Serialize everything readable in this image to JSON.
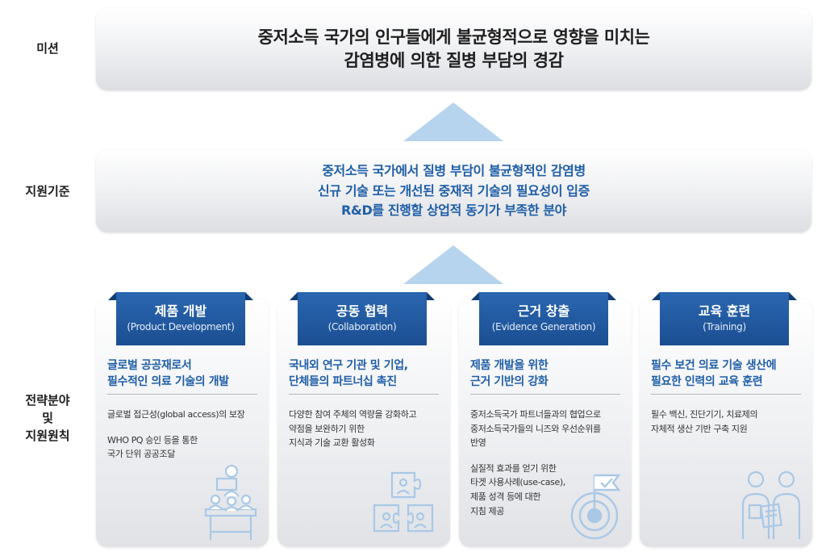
{
  "labels": {
    "mission": "미션",
    "criteria": "지원기준",
    "strategy": [
      "전략분야",
      "및",
      "지원원칙"
    ]
  },
  "mission": {
    "lines": [
      "중저소득 국가의 인구들에게 불균형적으로 영향을 미치는",
      "감염병에 의한 질병 부담의 경감"
    ]
  },
  "criteria": {
    "lines": [
      "중저소득 국가에서 질병 부담이 불균형적인 감염병",
      "신규 기술 또는 개선된 중재적 기술의 필요성이 입증",
      "R&D를 진행할 상업적 동기가 부족한 분야"
    ]
  },
  "cards": [
    {
      "title": "제품 개발",
      "subtitle": "(Product Development)",
      "heading": [
        "글로벌 공공재로서",
        "필수적인 의료 기술의 개발"
      ],
      "paragraphs": [
        [
          "글로벌 접근성(global access)의 보장"
        ],
        [
          "WHO PQ 승인 등을 통한",
          "국가 단위 공공조달"
        ]
      ],
      "icon": "classroom-icon"
    },
    {
      "title": "공동 협력",
      "subtitle": "(Collaboration)",
      "heading": [
        "국내외 연구 기관 및 기업,",
        "단체들의 파트너십 촉진"
      ],
      "paragraphs": [
        [
          "다양한 참여 주체의 역량을 강화하고",
          "약점을 보완하기 위한",
          "지식과 기술 교환 활성화"
        ]
      ],
      "icon": "puzzle-people-icon"
    },
    {
      "title": "근거 창출",
      "subtitle": "(Evidence Generation)",
      "heading": [
        "제품 개발을 위한",
        "근거 기반의 강화"
      ],
      "paragraphs": [
        [
          "중저소득국가 파트너들과의 협업으로",
          "중저소득국가들의 니즈와 우선순위를",
          "반영"
        ],
        [
          "실질적 효과를 얻기 위한",
          "타겟 사용사례(use-case),",
          "제품 성격 등에 대한",
          "지침 제공"
        ]
      ],
      "icon": "target-flag-icon"
    },
    {
      "title": "교육 훈련",
      "subtitle": "(Training)",
      "heading": [
        "필수 보건 의료 기술 생산에",
        "필요한 인력의 교육 훈련"
      ],
      "paragraphs": [
        [
          "필수 백신, 진단기기, 치료제의",
          "자체적 생산 기반 구축 지원"
        ]
      ],
      "icon": "trainer-trainee-icon"
    }
  ],
  "colors": {
    "accent": "#1f5ea7",
    "header": "#1b4e92",
    "arrow": "#b7d4ee",
    "icon": "#a9c8e6"
  }
}
